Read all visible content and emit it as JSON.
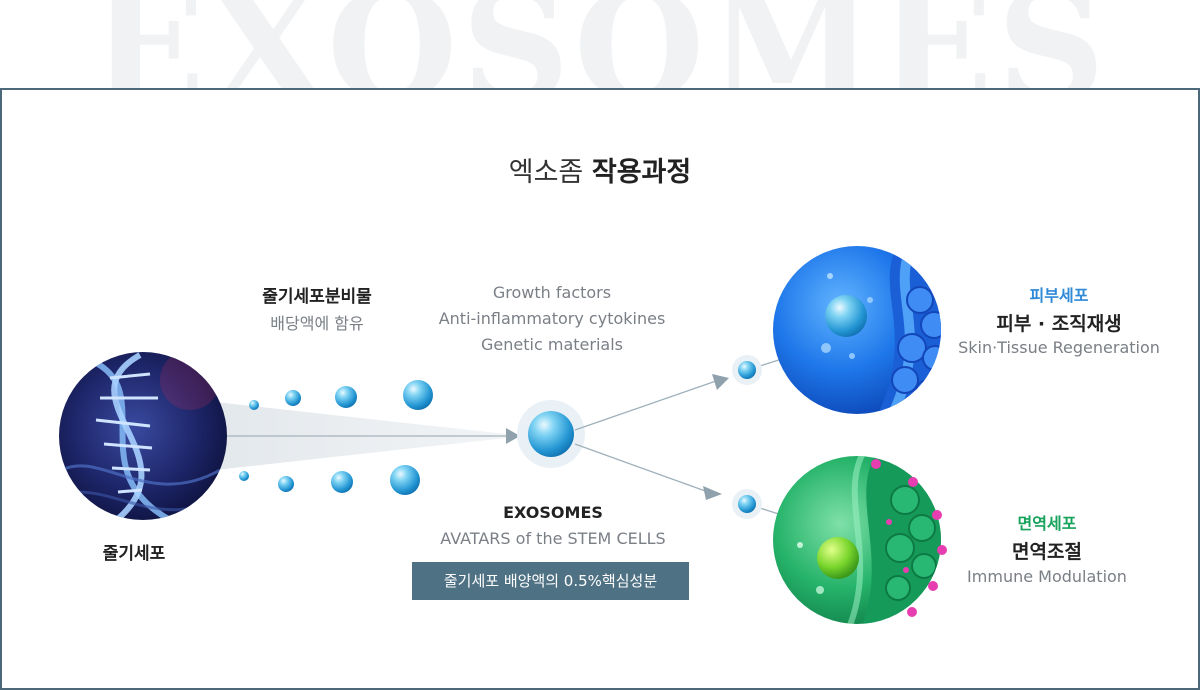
{
  "watermark": "EXOSOMES",
  "title": {
    "light": "엑소좀",
    "bold": "작용과정"
  },
  "stem": {
    "label": "줄기세포"
  },
  "secretion": {
    "title": "줄기세포분비물",
    "subtitle": "배당액에 함유"
  },
  "factors": [
    "Growth factors",
    "Anti-inflammatory cytokines",
    "Genetic materials"
  ],
  "exosomes": {
    "title": "EXOSOMES",
    "subtitle": "AVATARS of the STEM CELLS",
    "badge": "줄기세포 배양액의 0.5%핵심성분"
  },
  "skin": {
    "category": "피부세포",
    "title": "피부 · 조직재생",
    "subtitle": "Skin·Tissue Regeneration"
  },
  "immune": {
    "category": "면역세포",
    "title": "면역조절",
    "subtitle": "Immune Modulation"
  },
  "colors": {
    "frame": "#4d6878",
    "badge": "#4f7184",
    "skin_accent": "#2f8ad8",
    "immune_accent": "#17a35c",
    "magenta_dot": "#e63eb0"
  }
}
